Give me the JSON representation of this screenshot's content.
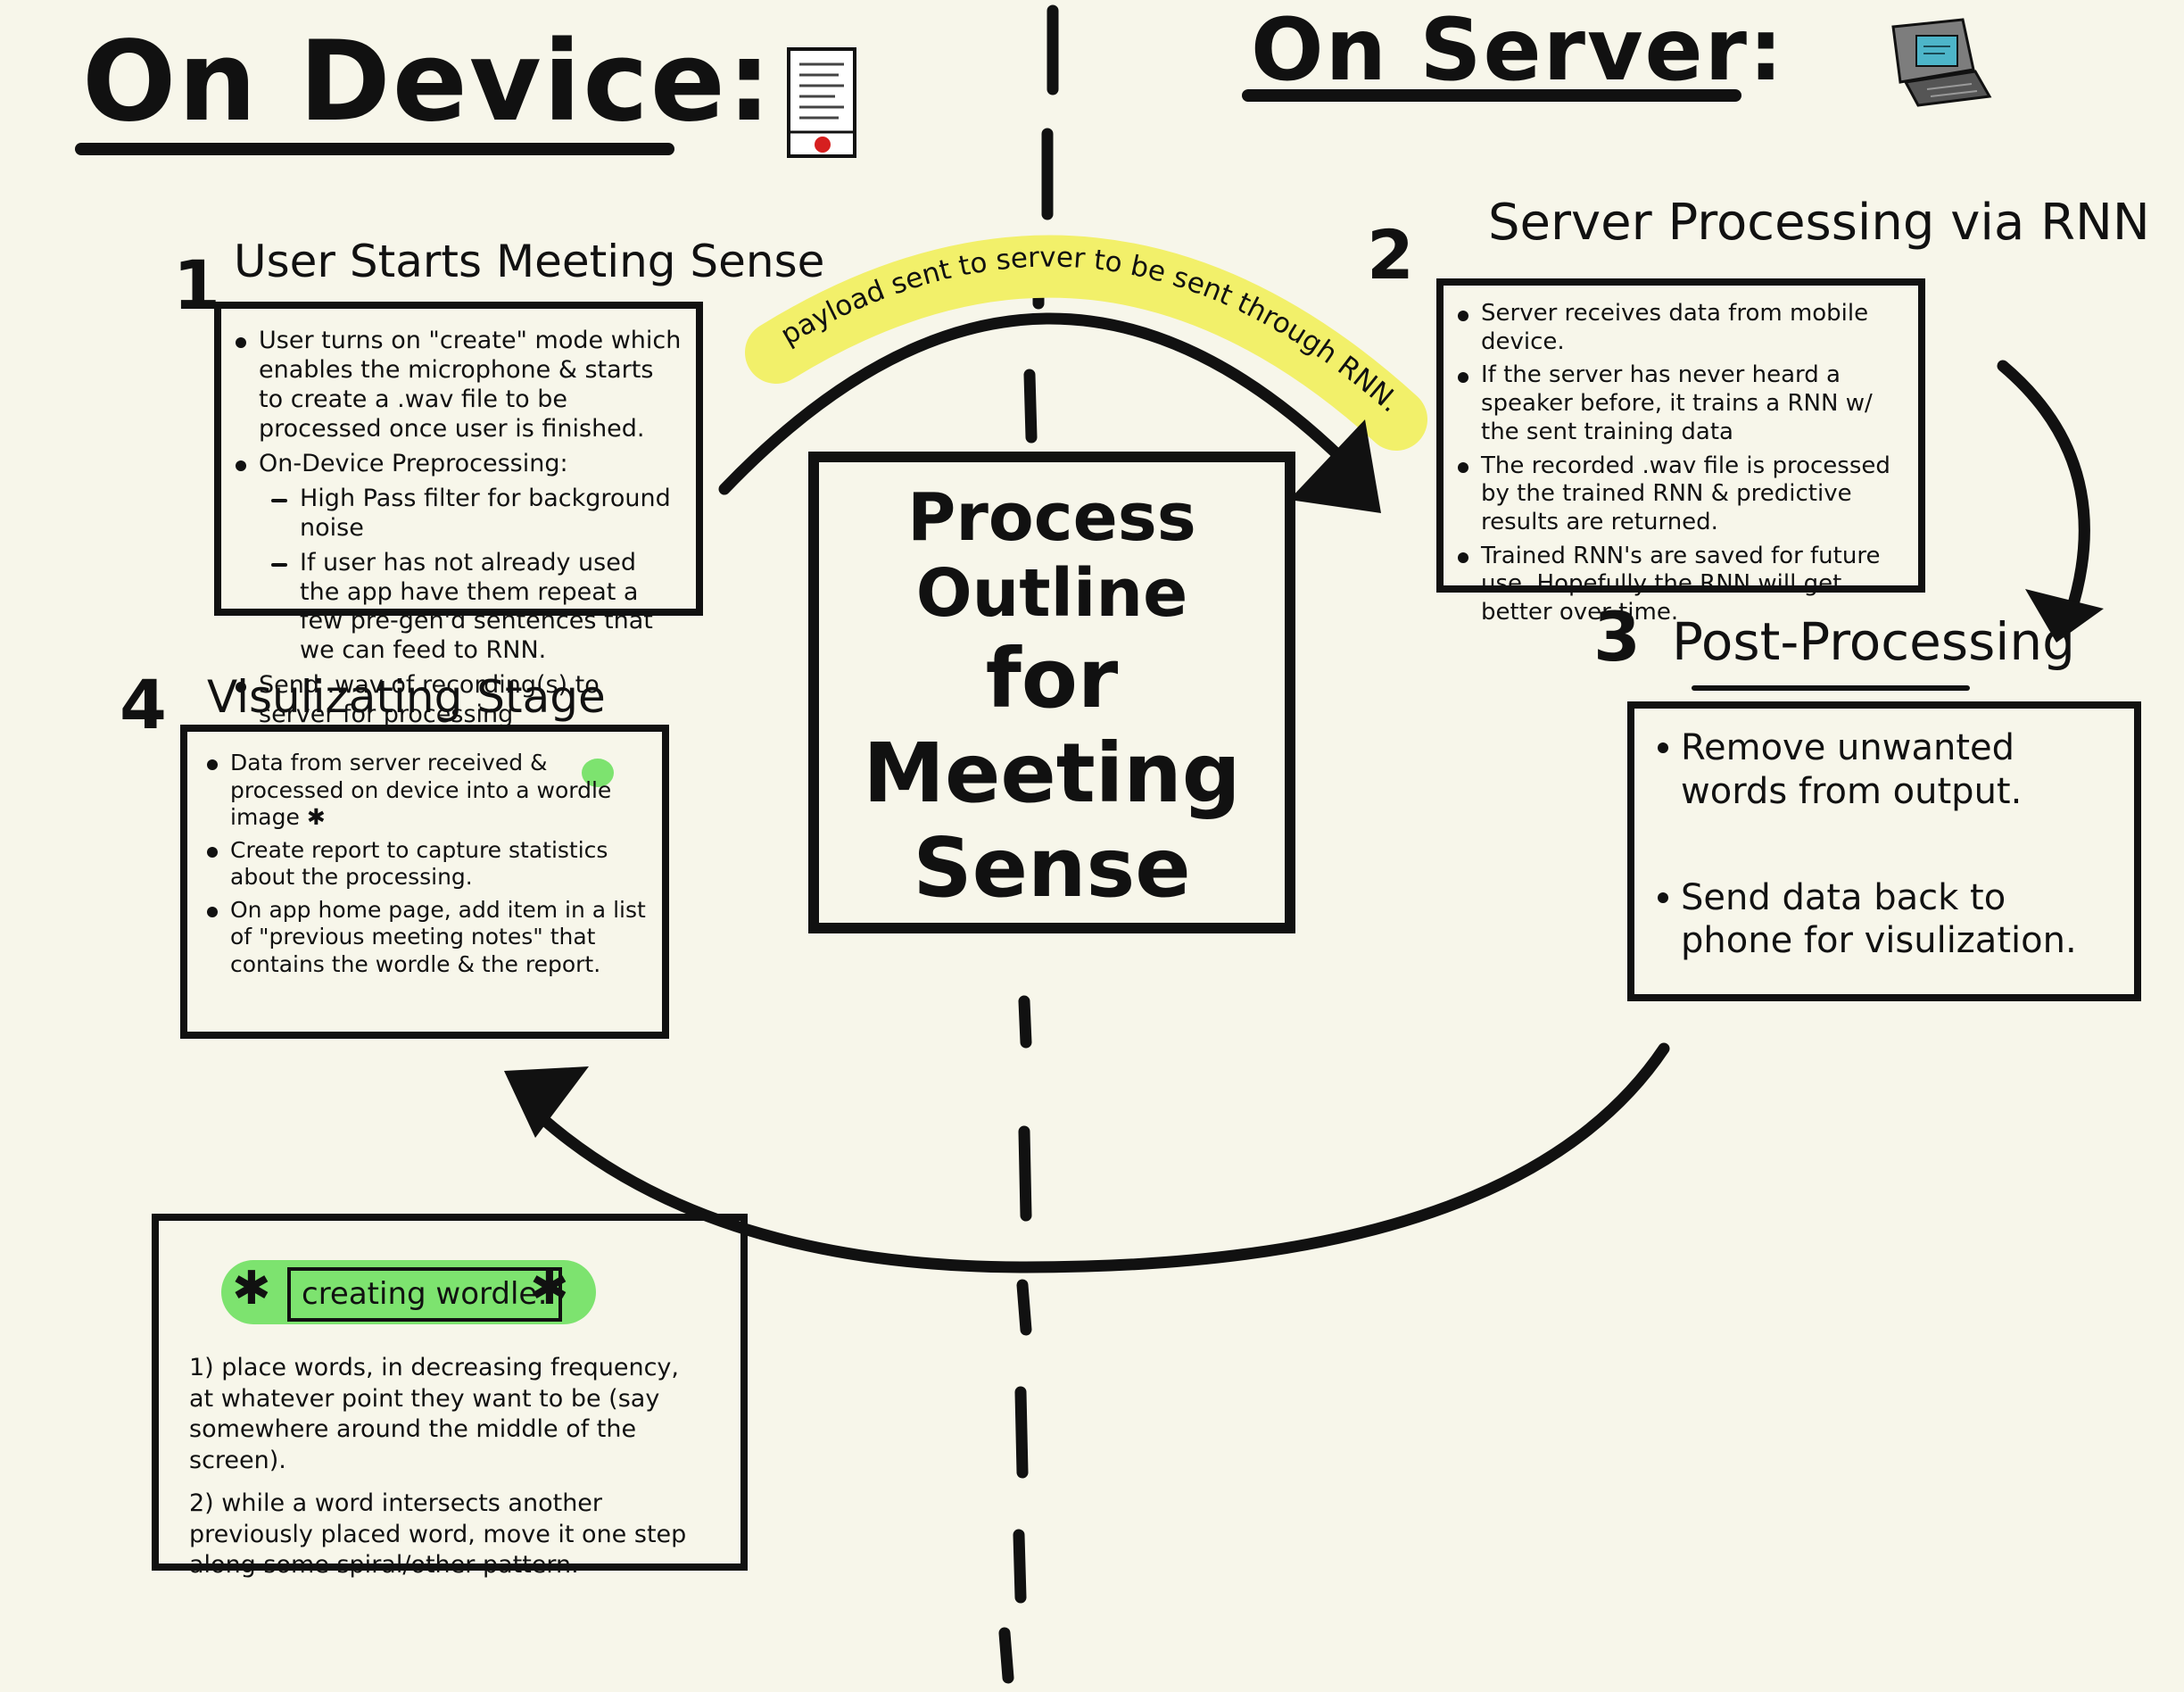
{
  "headings": {
    "device": "On Device:",
    "server": "On Server:"
  },
  "center": {
    "title_lines": [
      "Process Outline",
      "for",
      "Meeting",
      "Sense"
    ]
  },
  "payload_label": "payload sent to server to be sent through RNN.",
  "steps": [
    {
      "number": "1",
      "title": "User Starts Meeting Sense",
      "bullets": [
        {
          "text": "User turns on \"create\" mode which enables the microphone & starts to create a .wav file to be processed once user is finished.",
          "level": 0
        },
        {
          "text": "On-Device Preprocessing:",
          "level": 0
        },
        {
          "text": "High Pass filter for background noise",
          "level": 1
        },
        {
          "text": "If user has not already used the app have them repeat a few pre-gen'd sentences that we can feed to RNN.",
          "level": 1
        },
        {
          "text": "Send .wav of recording(s) to server for processing",
          "level": 0
        }
      ]
    },
    {
      "number": "2",
      "title": "Server Processing via RNN",
      "bullets": [
        {
          "text": "Server receives data from mobile device.",
          "level": 0
        },
        {
          "text": "If the server has never heard a speaker before, it trains a RNN w/ the sent training data",
          "level": 0
        },
        {
          "text": "The recorded .wav file is processed by the trained RNN & predictive results are returned.",
          "level": 0
        },
        {
          "text": "Trained RNN's are saved for future use. Hopefully the RNN will get better over time.",
          "level": 0
        }
      ]
    },
    {
      "number": "3",
      "title": "Post-Processing",
      "bullets": [
        {
          "text": "Remove unwanted words from output.",
          "level": 0
        },
        {
          "text": "Send data back to phone for visulization.",
          "level": 0
        }
      ]
    },
    {
      "number": "4",
      "title": "Visulizating Stage",
      "bullets": [
        {
          "text": "Data from server received & processed on device into a wordle image ✱",
          "level": 0
        },
        {
          "text": "Create report to capture statistics about the processing.",
          "level": 0
        },
        {
          "text": "On app home page, add item in a list of \"previous meeting notes\" that contains the wordle & the report.",
          "level": 0
        }
      ]
    }
  ],
  "wordle": {
    "star": "✱",
    "label": "creating wordle:",
    "steps": [
      "1) place words, in decreasing frequency, at whatever point they want to be (say somewhere around the middle of the screen).",
      "2) while a word intersects another previously placed word, move it one step along some spiral/other pattern."
    ]
  },
  "icons": [
    "phone-icon",
    "computer-icon"
  ],
  "colors": {
    "background": "#f7f6ea",
    "ink": "#111111",
    "yellow_highlight": "#f2f06a",
    "green_highlight": "#7de36f",
    "phone_button": "#d61f1f",
    "computer_screen": "#4db5c9"
  }
}
